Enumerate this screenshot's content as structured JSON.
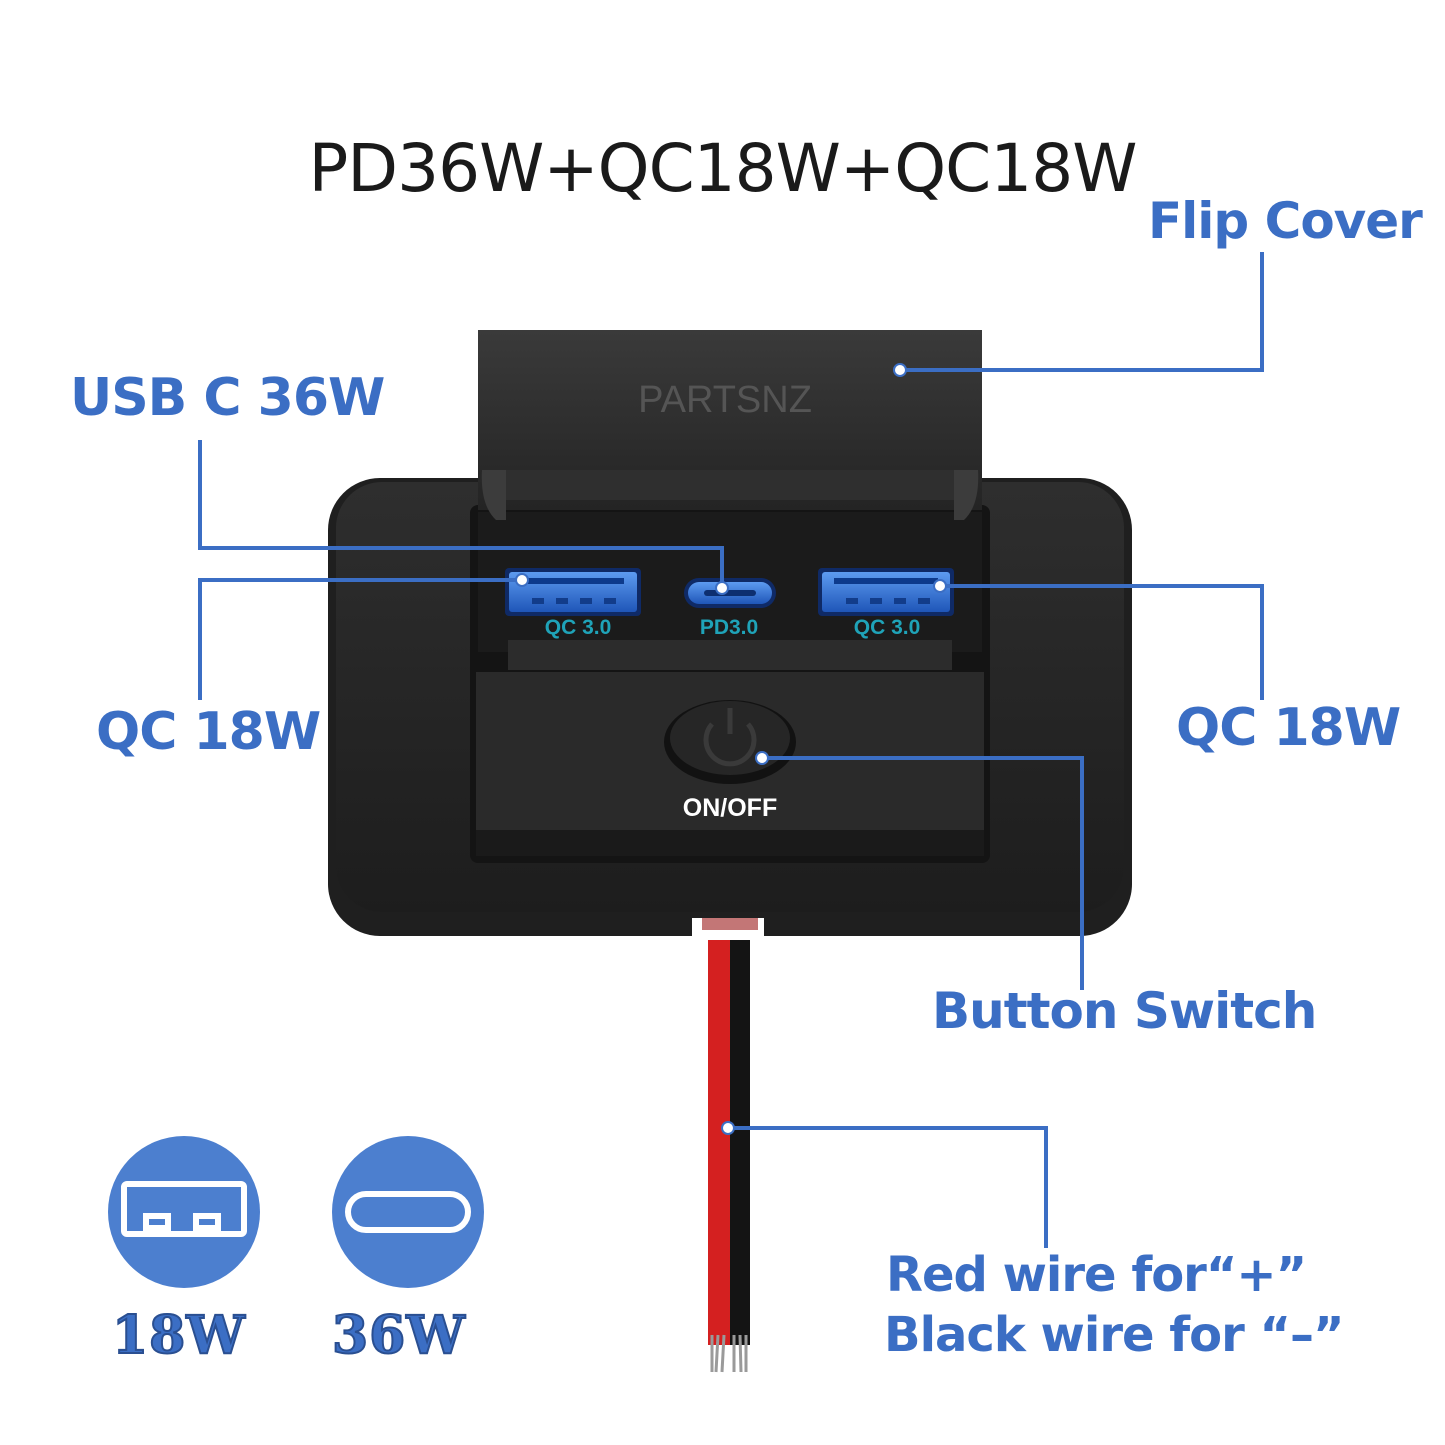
{
  "headline": "PD36W+QC18W+QC18W",
  "callouts": {
    "flip_cover": "Flip Cover",
    "usb_c": "USB C 36W",
    "qc_left": "QC 18W",
    "qc_right": "QC 18W",
    "button_switch": "Button Switch",
    "wire_line1": "Red wire for“+”",
    "wire_line2": "Black wire for “–”"
  },
  "device": {
    "brand": "PARTSNZ",
    "port_left_label": "QC 3.0",
    "port_center_label": "PD3.0",
    "port_right_label": "QC 3.0",
    "switch_label": "ON/OFF"
  },
  "badges": {
    "usb_a_watt": "18W",
    "usb_c_watt": "36W"
  },
  "icons": {
    "usb_a": "usb-a-icon",
    "usb_c": "usb-c-icon",
    "power": "power-icon"
  },
  "colors": {
    "accent": "#3b6ec4",
    "port_blue": "#2f6fd6",
    "label_cyan": "#1fa3b8",
    "housing": "#262626",
    "wire_red": "#d42020",
    "wire_black": "#141414"
  }
}
